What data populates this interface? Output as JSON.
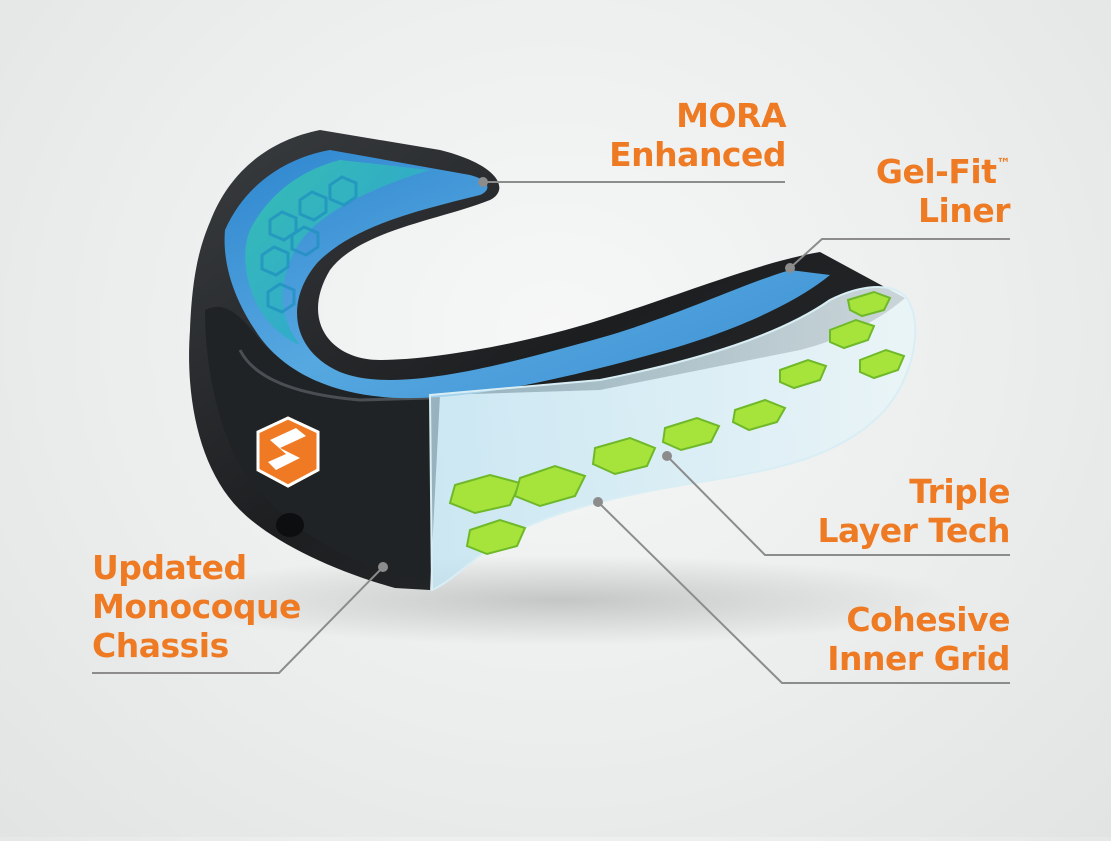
{
  "image": {
    "alt_subject": "mouthguard",
    "colors": {
      "background": "#eceeee",
      "label_orange": "#ee7b24",
      "leader_line": "#8c8c8c",
      "shell_black": "#232629",
      "liner_blue": "#3f8fd0",
      "grid_green": "#a6e43b",
      "logo_orange": "#f07a24"
    }
  },
  "callouts": {
    "mora": {
      "line1": "MORA",
      "line2": "Enhanced"
    },
    "gelfit": {
      "line1": "Gel-Fit",
      "tm": "™",
      "line2": "Liner"
    },
    "triple": {
      "line1": "Triple",
      "line2": "Layer Tech"
    },
    "cohesive": {
      "line1": "Cohesive",
      "line2": "Inner Grid"
    },
    "chassis": {
      "line1": "Updated",
      "line2": "Monocoque",
      "line3": "Chassis"
    }
  }
}
